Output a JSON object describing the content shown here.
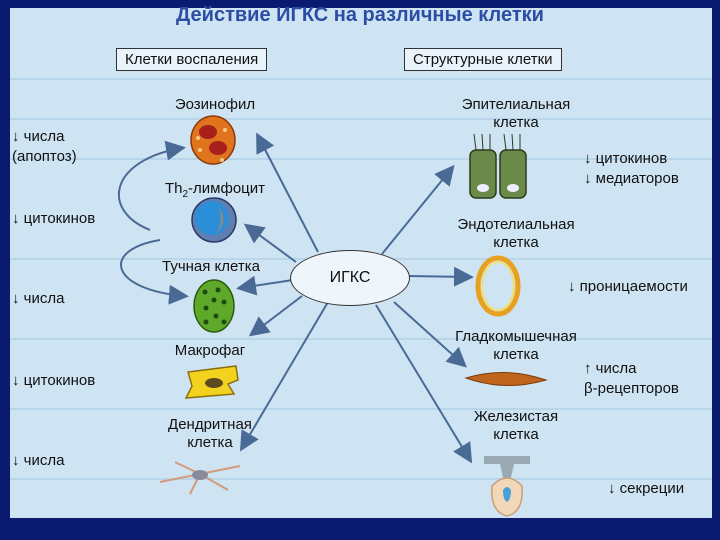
{
  "title": "Действие ИГКС на различные клетки",
  "left_header": "Клетки воспаления",
  "right_header": "Структурные клетки",
  "center": "ИГКС",
  "left_cells": {
    "eosinophil": "Эозинофил",
    "th2_lymphocyte": "Th2-лимфоцит",
    "th2_prefix": "Th",
    "th2_sub": "2",
    "th2_suffix": "-лимфоцит",
    "mast_cell": "Тучная клетка",
    "macrophage": "Макрофаг",
    "dendritic_line1": "Дендритная",
    "dendritic_line2": "клетка"
  },
  "right_cells": {
    "epithelial_line1": "Эпителиальная",
    "epithelial_line2": "клетка",
    "endothelial_line1": "Эндотелиальная",
    "endothelial_line2": "клетка",
    "smooth_muscle_line1": "Гладкомышечная",
    "smooth_muscle_line2": "клетка",
    "glandular_line1": "Железистая",
    "glandular_line2": "клетка"
  },
  "left_effects": {
    "e1_line1": "↓ числа",
    "e1_line2": "(апоптоз)",
    "e2": "↓ цитокинов",
    "e3": "↓ числа",
    "e4": "↓ цитокинов",
    "e5": "↓ числа"
  },
  "right_effects": {
    "r1_line1": "↓ цитокинов",
    "r1_line2": "↓ медиаторов",
    "r2": "↓ проницаемости",
    "r3_line1": "↑ числа",
    "r3_line2": "β-рецепторов",
    "r4": "↓ секреции"
  },
  "colors": {
    "frame": "#0a1a6e",
    "background": "#cfe4f3",
    "title": "#2b4da3",
    "arrow": "#4a6a96"
  }
}
